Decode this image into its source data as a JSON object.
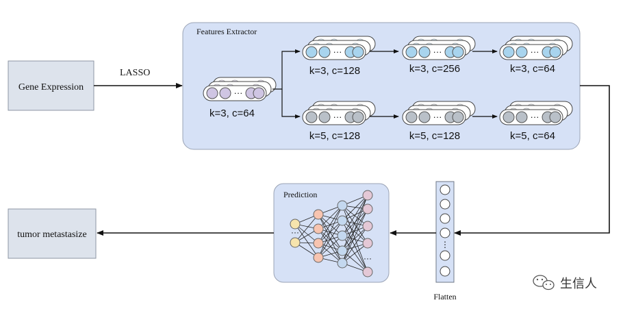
{
  "inputs": {
    "gene_expression": "Gene Expression",
    "lasso": "LASSO"
  },
  "features_extractor": {
    "title": "Features Extractor",
    "first_layer": "k=3, c=64",
    "top_branch": [
      "k=3, c=128",
      "k=3, c=256",
      "k=3, c=64"
    ],
    "bottom_branch": [
      "k=5, c=128",
      "k=5, c=128",
      "k=5, c=64"
    ]
  },
  "flatten": {
    "label": "Flatten"
  },
  "prediction": {
    "title": "Prediction"
  },
  "output": {
    "tumor_metastasize": "tumor metastasize"
  },
  "watermark": {
    "text": "生信人"
  },
  "colors": {
    "panel_fill": "#d6e1f6",
    "panel_stroke": "#9aa3b5",
    "box_fill": "#dde3ec",
    "purple_node": "#cfc5e3",
    "blue_node": "#a8d4ee",
    "gray_node": "#b9c0c8",
    "input_node": "#f6e4ad",
    "hidden_node": "#f7c4b0",
    "hidden2_node": "#c4d8ef",
    "output_node": "#e4c8d6"
  }
}
